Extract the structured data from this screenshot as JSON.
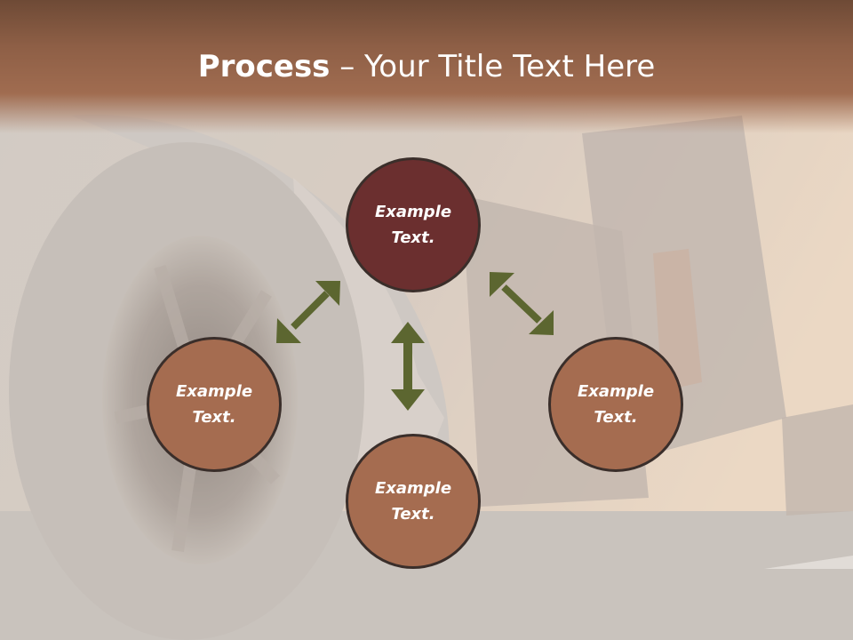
{
  "slide": {
    "title_bold": "Process",
    "title_rest": " – Your Title Text Here"
  },
  "diagram": {
    "nodes": [
      {
        "id": "top",
        "text": "Example Text.",
        "color": "#6b2f2f"
      },
      {
        "id": "left",
        "text": "Example Text.",
        "color": "#a56c50"
      },
      {
        "id": "right",
        "text": "Example Text.",
        "color": "#a56c50"
      },
      {
        "id": "bottom",
        "text": "Example Text.",
        "color": "#a56c50"
      }
    ],
    "arrow_color": "#5c6630"
  }
}
